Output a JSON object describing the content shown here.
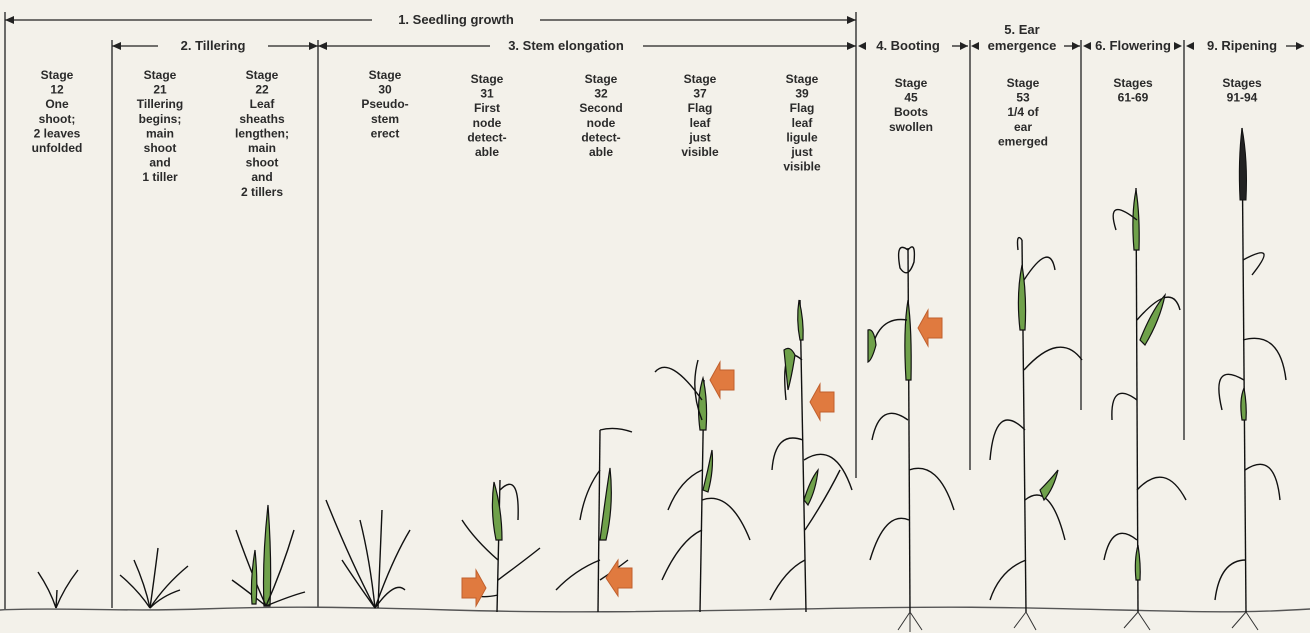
{
  "phases": {
    "seedling": "1. Seedling growth",
    "tillering": "2. Tillering",
    "stem_elongation": "3. Stem elongation",
    "booting": "4. Booting",
    "ear_emergence_1": "5. Ear",
    "ear_emergence_2": "emergence",
    "flowering": "6. Flowering",
    "ripening": "9. Ripening"
  },
  "stages": [
    {
      "lines": [
        "Stage",
        "12",
        "One",
        "shoot;",
        "2 leaves",
        "unfolded"
      ]
    },
    {
      "lines": [
        "Stage",
        "21",
        "Tillering",
        "begins;",
        "main",
        "shoot",
        "and",
        "1 tiller"
      ]
    },
    {
      "lines": [
        "Stage",
        "22",
        "Leaf",
        "sheaths",
        "lengthen;",
        "main",
        "shoot",
        "and",
        "2 tillers"
      ]
    },
    {
      "lines": [
        "Stage",
        "30",
        "Pseudo-",
        "stem",
        "erect"
      ]
    },
    {
      "lines": [
        "Stage",
        "31",
        "First",
        "node",
        "detect-",
        "able"
      ]
    },
    {
      "lines": [
        "Stage",
        "32",
        "Second",
        "node",
        "detect-",
        "able"
      ]
    },
    {
      "lines": [
        "Stage",
        "37",
        "Flag",
        "leaf",
        "just",
        "visible"
      ]
    },
    {
      "lines": [
        "Stage",
        "39",
        "Flag",
        "leaf",
        "ligule",
        "just",
        "visible"
      ]
    },
    {
      "lines": [
        "Stage",
        "45",
        "Boots",
        "swollen"
      ]
    },
    {
      "lines": [
        "Stage",
        "53",
        "1/4 of",
        "ear",
        "emerged"
      ]
    },
    {
      "lines": [
        "Stages",
        "61-69"
      ]
    },
    {
      "lines": [
        "Stages",
        "91-94"
      ]
    }
  ],
  "colors": {
    "leaf_fill": "#6fa14a",
    "arrow": "#e07a3f",
    "background": "#f3f1ea"
  }
}
